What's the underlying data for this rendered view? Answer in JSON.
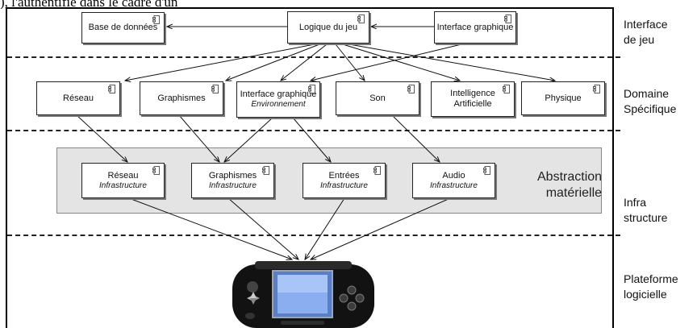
{
  "top_text": "), l'authentifie dans le cadre d'un",
  "layers": {
    "game_interface": [
      "Interface",
      "de jeu"
    ],
    "domain_specific": [
      "Domaine",
      "Spécifique"
    ],
    "infrastructure": [
      "Infra",
      "structure"
    ],
    "platform": [
      "Plateforme",
      "logicielle"
    ]
  },
  "abstraction_label": [
    "Abstraction",
    "matérielle"
  ],
  "boxes": {
    "database": {
      "title": "Base de données"
    },
    "game_logic": {
      "title": "Logique du jeu"
    },
    "gui_top": {
      "title": "Interface graphique"
    },
    "network": {
      "title": "Réseau"
    },
    "graphics": {
      "title": "Graphismes"
    },
    "gui_env": {
      "title": "Interface graphique",
      "subtitle": "Environnement"
    },
    "sound": {
      "title": "Son"
    },
    "ai": {
      "title": "Intelligence",
      "subtitle": "Artificielle"
    },
    "physics": {
      "title": "Physique"
    },
    "network_infra": {
      "title": "Réseau",
      "subtitle": "Infrastructure"
    },
    "graphics_infra": {
      "title": "Graphismes",
      "subtitle": "Infrastructure"
    },
    "input_infra": {
      "title": "Entrées",
      "subtitle": "Infrastructure"
    },
    "audio_infra": {
      "title": "Audio",
      "subtitle": "Infrastructure"
    }
  },
  "icons": {
    "component": "uml-component-icon",
    "device": "handheld-console-icon"
  }
}
